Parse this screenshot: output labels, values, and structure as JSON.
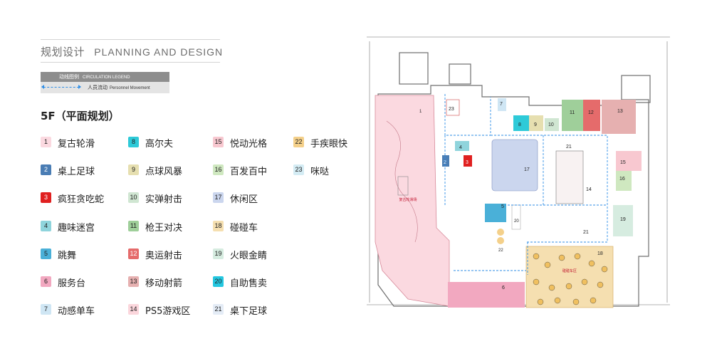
{
  "header": {
    "title_cn": "规划设计",
    "title_en": "PLANNING AND DESIGN"
  },
  "legend": {
    "title_cn": "动线图例",
    "title_en": "CIRCULATION LEGEND",
    "item_cn": "人员流动",
    "item_en": "Personnel Movement",
    "line_color": "#2f8ee6"
  },
  "plan_title": "5F（平面规划）",
  "items": [
    {
      "num": "1",
      "label": "复古轮滑",
      "color": "#fbd9e0"
    },
    {
      "num": "2",
      "label": "桌上足球",
      "color": "#4a7db4"
    },
    {
      "num": "3",
      "label": "疯狂贪吃蛇",
      "color": "#e02020"
    },
    {
      "num": "4",
      "label": "趣味迷宫",
      "color": "#8fd4dc"
    },
    {
      "num": "5",
      "label": "跳舞",
      "color": "#4ab0d8"
    },
    {
      "num": "6",
      "label": "服务台",
      "color": "#f2a8c0"
    },
    {
      "num": "7",
      "label": "动感单车",
      "color": "#cfe6f4"
    },
    {
      "num": "8",
      "label": "高尔夫",
      "color": "#2ecad8"
    },
    {
      "num": "9",
      "label": "点球风暴",
      "color": "#e6dfb0"
    },
    {
      "num": "10",
      "label": "实弹射击",
      "color": "#d0e6d2"
    },
    {
      "num": "11",
      "label": "枪王对决",
      "color": "#9fcf9a"
    },
    {
      "num": "12",
      "label": "奥运射击",
      "color": "#e56b6b"
    },
    {
      "num": "13",
      "label": "移动射箭",
      "color": "#e6b0b0"
    },
    {
      "num": "14",
      "label": "PS5游戏区",
      "color": "#fbd6dc"
    },
    {
      "num": "15",
      "label": "悦动光格",
      "color": "#f8c8d0"
    },
    {
      "num": "16",
      "label": "百发百中",
      "color": "#cfe8c0"
    },
    {
      "num": "17",
      "label": "休闲区",
      "color": "#cbd6ee"
    },
    {
      "num": "18",
      "label": "碰碰车",
      "color": "#f5dfb0"
    },
    {
      "num": "19",
      "label": "火眼金睛",
      "color": "#d6ece0"
    },
    {
      "num": "20",
      "label": "自助售卖",
      "color": "#24c7e0"
    },
    {
      "num": "21",
      "label": "桌下足球",
      "color": "#e4ecf6"
    },
    {
      "num": "22",
      "label": "手疾眼快",
      "color": "#f4d08a"
    },
    {
      "num": "23",
      "label": "咪哒",
      "color": "#d4ecf4"
    }
  ],
  "plan": {
    "zone_1": "复古轮滑场",
    "zone_18": "碰碰车区"
  }
}
